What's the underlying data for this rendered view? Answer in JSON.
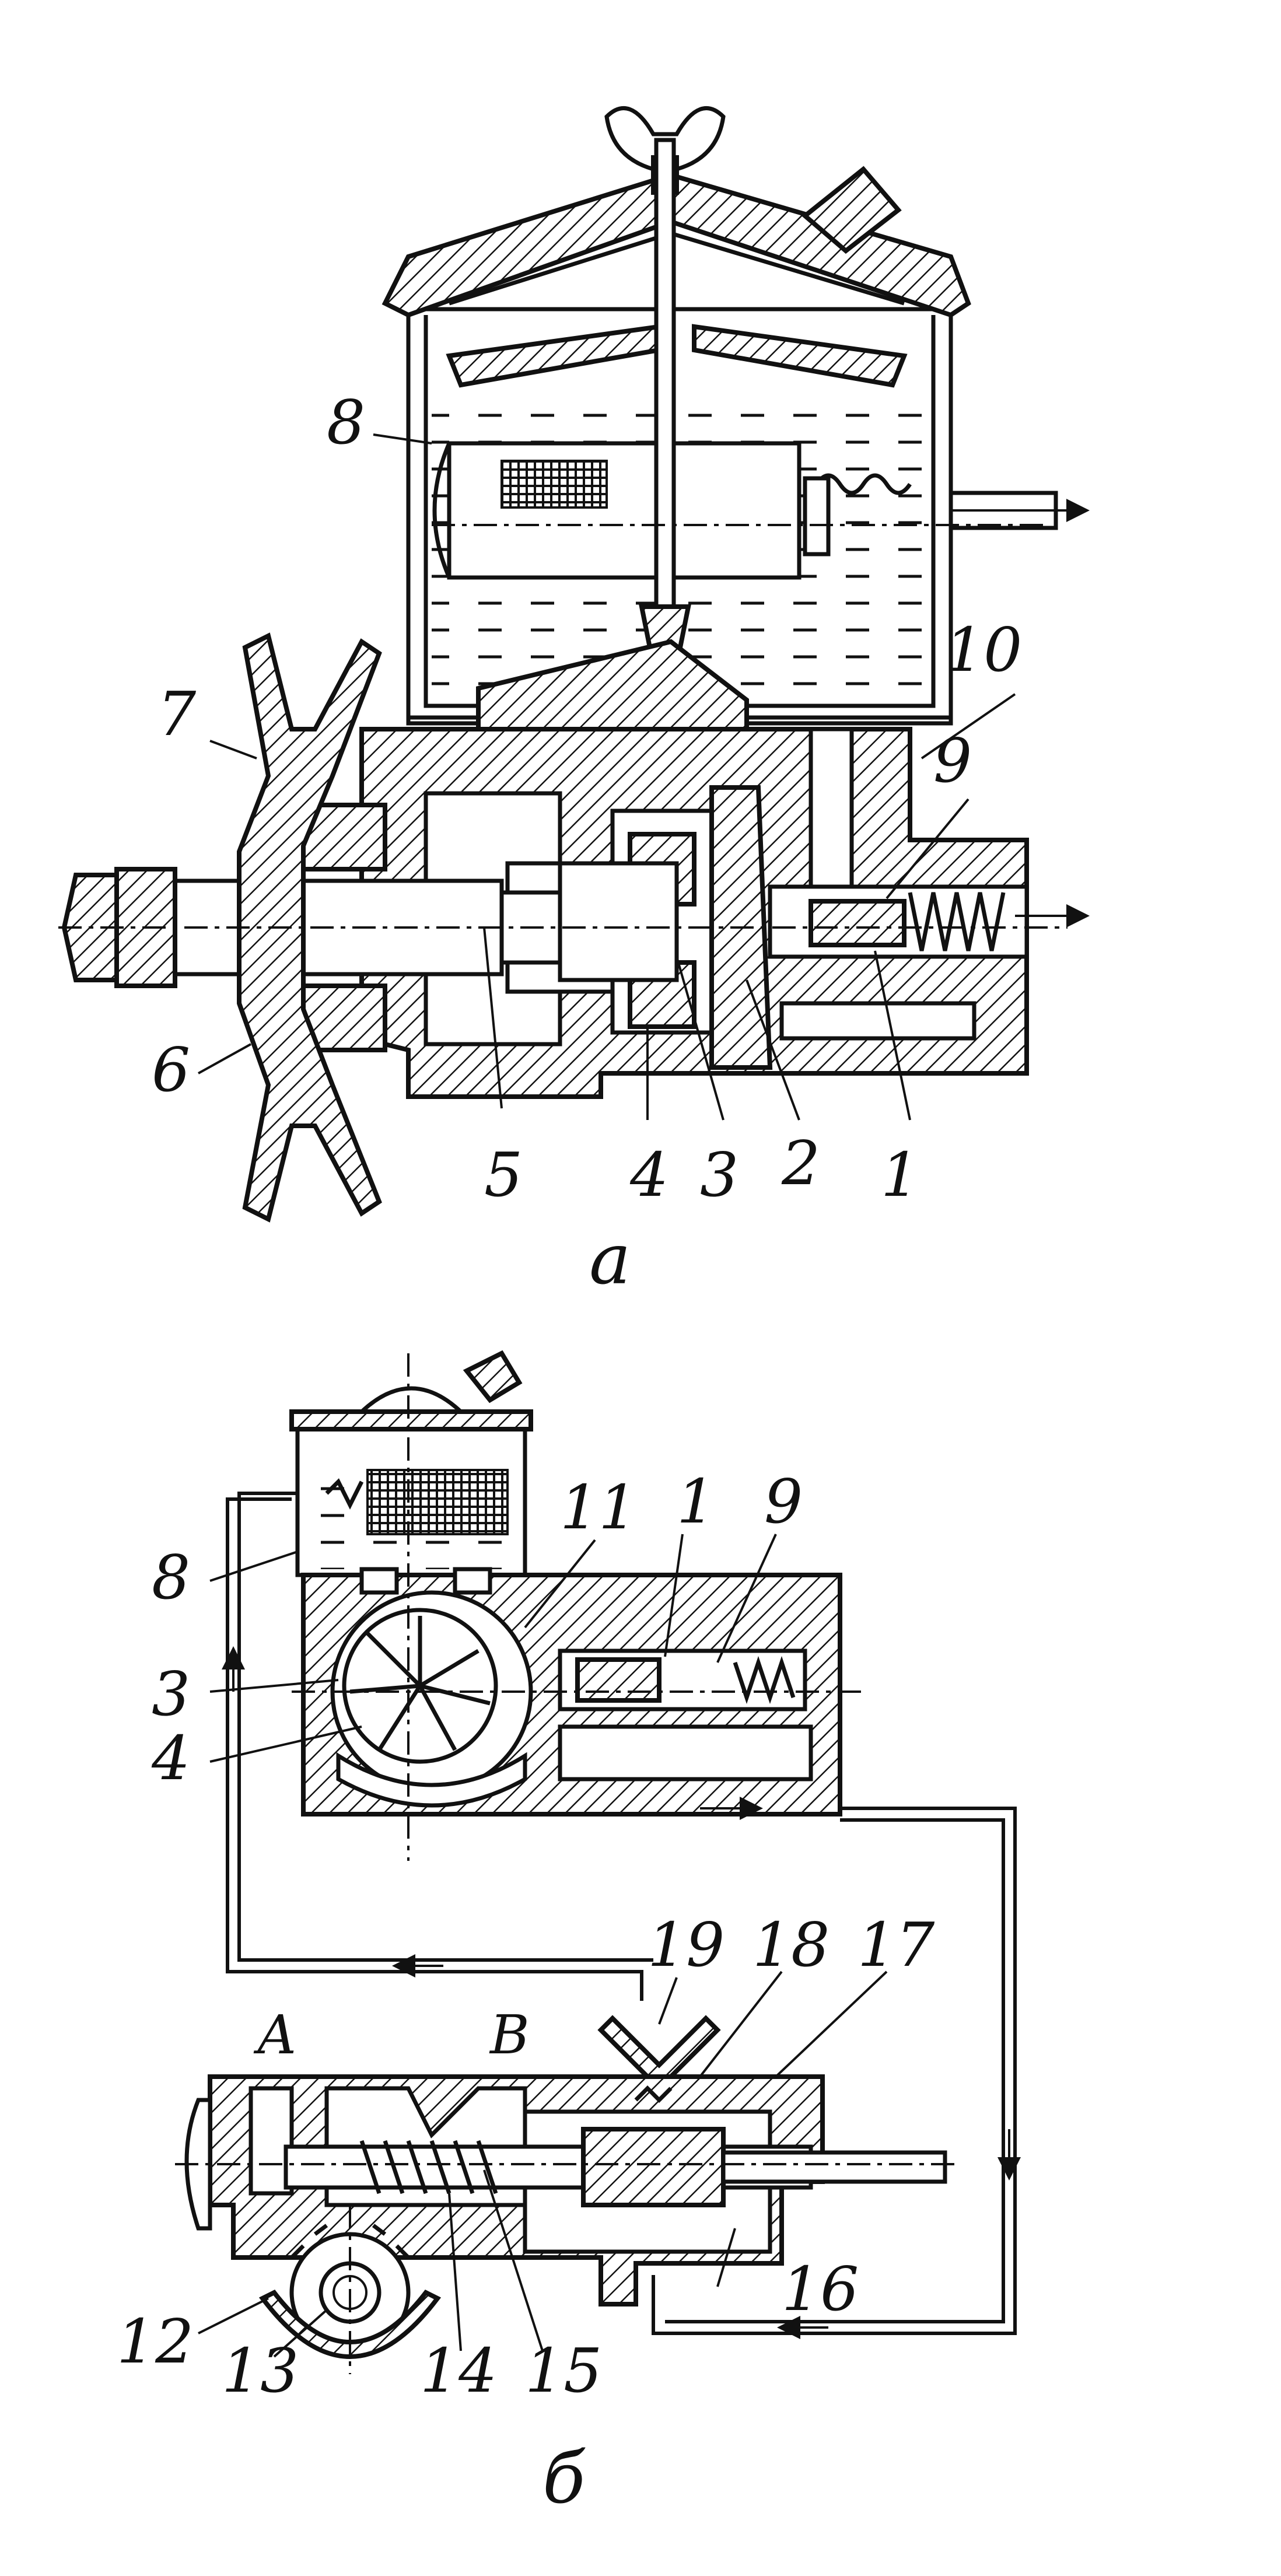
{
  "figure_a": {
    "caption": "а",
    "labels": [
      "1",
      "2",
      "3",
      "4",
      "5",
      "6",
      "7",
      "8",
      "9",
      "10"
    ]
  },
  "figure_b": {
    "caption": "б",
    "labels": [
      "1",
      "3",
      "4",
      "8",
      "9",
      "11",
      "12",
      "13",
      "14",
      "15",
      "16",
      "17",
      "18",
      "19"
    ],
    "chamber_labels": [
      "А",
      "В"
    ]
  },
  "colors": {
    "ink": "#111111",
    "paper": "#ffffff"
  }
}
